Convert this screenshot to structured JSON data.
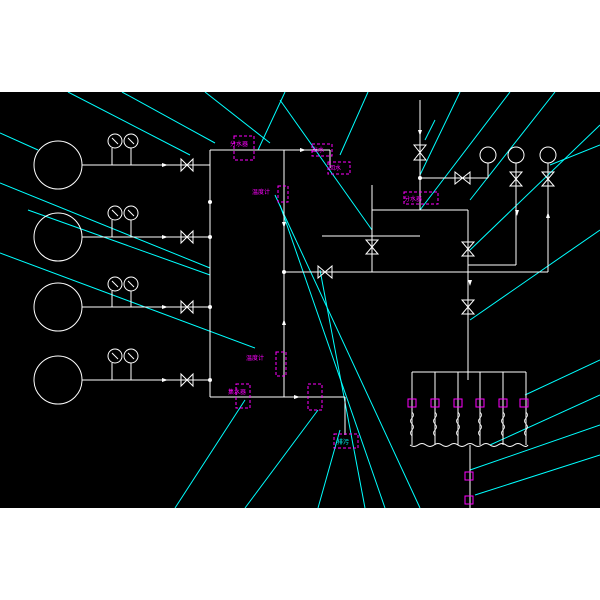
{
  "colors": {
    "background": "#000000",
    "page": "#ffffff",
    "pipe": "#ffffff",
    "leader": "#00ffff",
    "tag": "#ff00ff",
    "label_tag": "#ff00ff",
    "label_cyan": "#00ffff"
  },
  "tags": {
    "supply_header": "分水器",
    "outlet_right": "出水",
    "outlet_right2": "回水",
    "temp_upper": "温度计",
    "temp_lower": "温度计",
    "return_header": "集水器",
    "mid_header": "分水器",
    "drain": "排污"
  },
  "icons": {
    "valve": "gate-valve-icon",
    "gauge": "pressure-gauge-icon",
    "boiler": "boiler-icon"
  }
}
